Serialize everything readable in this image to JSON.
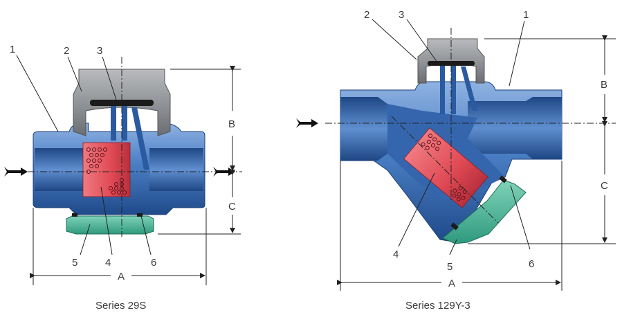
{
  "left": {
    "caption": "Series 29S",
    "callouts": [
      "1",
      "2",
      "3",
      "4",
      "5",
      "6"
    ],
    "dims": {
      "a": "A",
      "b": "B",
      "c": "C"
    }
  },
  "right": {
    "caption": "Series 129Y-3",
    "callouts": [
      "1",
      "2",
      "3",
      "4",
      "5",
      "6"
    ],
    "dims": {
      "a": "A",
      "b": "B",
      "c": "C"
    }
  },
  "colors": {
    "body": "#3f72b8",
    "body_dark": "#1f4a8a",
    "body_light": "#7fa6dc",
    "cap": "#8f9296",
    "screen": "#e8505a",
    "plug": "#4fb59a",
    "disc": "#1b1b1b"
  }
}
